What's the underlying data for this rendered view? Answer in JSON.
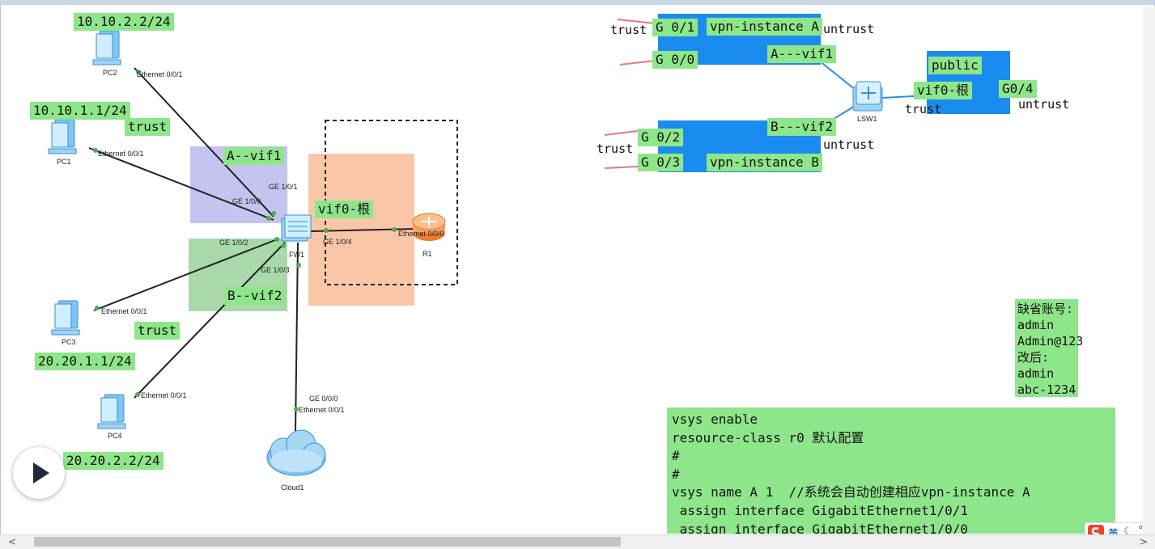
{
  "left_topology": {
    "pc_labels": {
      "pc1": "PC1",
      "pc2": "PC2",
      "pc3": "PC3",
      "pc4": "PC4"
    },
    "ip_labels": {
      "pc2_ip": "10.10.2.2/24",
      "pc1_ip": "10.10.1.1/24",
      "pc3_ip": "20.20.1.1/24",
      "pc4_ip": "20.20.2.2/24"
    },
    "zone_labels": {
      "trust_upper": "trust",
      "trust_lower": "trust"
    },
    "vif_labels": {
      "vif1": "A--vif1",
      "vif2": "B--vif2",
      "vif0": "vif0-根"
    },
    "device_labels": {
      "fw": "FW1",
      "router": "R1",
      "cloud": "Cloud1"
    },
    "port_labels": {
      "pc2_port": "Ethernet 0/0/1",
      "pc1_port": "Ethernet 0/0/1",
      "pc3_port": "Ethernet 0/0/1",
      "pc4_port": "Ethernet 0/0/1",
      "fw_ge101": "GE 1/0/1",
      "fw_ge100": "GE 1/0/0",
      "fw_ge102": "GE 1/0/2",
      "fw_ge103": "GE 1/0/3",
      "fw_ge104": "GE 1/0/4",
      "router_port": "Ethernet 0/0/0",
      "cloud_ge000": "GE 0/0/0",
      "cloud_port": "Ethernet 0/0/1"
    }
  },
  "right_topology": {
    "box_a": {
      "g01": "G 0/1",
      "g00": "G 0/0",
      "vpn": "vpn-instance A",
      "vif": "A---vif1"
    },
    "box_b": {
      "g02": "G 0/2",
      "g03": "G 0/3",
      "vpn": "vpn-instance B",
      "vif": "B---vif2"
    },
    "public_box": {
      "title": "public",
      "vif": "vif0-根",
      "port": "G0/4"
    },
    "switch_label": "LSW1",
    "plain_labels": {
      "trust_a": "trust",
      "untrust_a": "untrust",
      "trust_b": "trust",
      "untrust_b": "untrust",
      "trust_pub": "trust",
      "untrust_pub": "untrust"
    }
  },
  "account_note": {
    "lines": [
      "缺省账号:",
      "admin",
      "Admin@123",
      "改后:",
      "admin",
      "abc-1234"
    ]
  },
  "config_code": {
    "lines": [
      "vsys enable",
      "resource-class r0 默认配置",
      "#",
      "#",
      "vsys name A 1  //系统会自动创建相应vpn-instance A",
      " assign interface GigabitEthernet1/0/1",
      " assign interface GigabitEthernet1/0/0"
    ]
  },
  "ime": {
    "label": "英"
  },
  "colors": {
    "label_green": "#8ee68a",
    "zone_purple": "#c5c3ef",
    "zone_green": "#a9d9ab",
    "zone_orange": "#f9c7a8",
    "instance_blue": "#1a8cf0",
    "link_black": "#222222",
    "link_blue": "#2a8fe6",
    "stub_red": "#e07a7a"
  }
}
